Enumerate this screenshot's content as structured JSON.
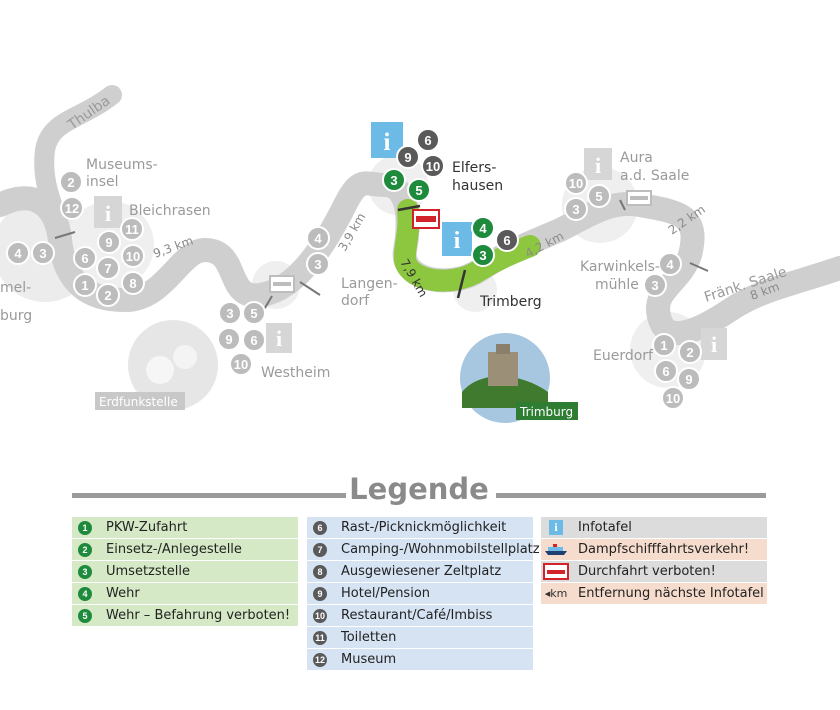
{
  "map": {
    "places": {
      "thulba": "Thulba",
      "museumsinsel_1": "Museums-",
      "museumsinsel_2": "insel",
      "bleichrasen": "Bleichrasen",
      "hammelburg_1": "mel-",
      "hammelburg_2": "burg",
      "westheim": "Westheim",
      "langendorf_1": "Langen-",
      "langendorf_2": "dorf",
      "elfershausen_1": "Elfers-",
      "elfershausen_2": "hausen",
      "trimberg": "Trimberg",
      "aura_1": "Aura",
      "aura_2": "a.d. Saale",
      "karwinkelsmuehle_1": "Karwinkels-",
      "karwinkelsmuehle_2": "mühle",
      "fraenk_saale": "Fränk. Saale",
      "euerdorf": "Euerdorf"
    },
    "distances": {
      "d1": "9,3 km",
      "d2": "3,9 km",
      "d3": "7,9 km",
      "d4": "4,2 km",
      "d5": "2,2 km",
      "d6": "8 km"
    },
    "photos": {
      "erdfunkstelle": "Erdfunkstelle",
      "trimburg": "Trimburg"
    },
    "info_glyph": "i"
  },
  "legend": {
    "title": "Legende",
    "col1": [
      {
        "num": "1",
        "label": "PKW-Zufahrt"
      },
      {
        "num": "2",
        "label": "Einsetz-/Anlegestelle"
      },
      {
        "num": "3",
        "label": "Umsetzstelle"
      },
      {
        "num": "4",
        "label": "Wehr"
      },
      {
        "num": "5",
        "label": "Wehr – Befahrung verboten!"
      }
    ],
    "col2": [
      {
        "num": "6",
        "label": "Rast-/Picknickmöglichkeit"
      },
      {
        "num": "7",
        "label": "Camping-/Wohnmobilstellplatz"
      },
      {
        "num": "8",
        "label": "Ausgewiesener Zeltplatz"
      },
      {
        "num": "9",
        "label": "Hotel/Pension"
      },
      {
        "num": "10",
        "label": "Restaurant/Café/Imbiss"
      },
      {
        "num": "11",
        "label": "Toiletten"
      },
      {
        "num": "12",
        "label": "Museum"
      }
    ],
    "col3": [
      {
        "icon": "info-icon",
        "glyph": "i",
        "label": "Infotafel"
      },
      {
        "icon": "steamboat-icon",
        "label": "Dampfschifffahrtsverkehr!"
      },
      {
        "icon": "no-entry-icon",
        "label": "Durchfahrt verboten!"
      },
      {
        "icon": "distance-icon",
        "glyph": "km",
        "label": "Entfernung nächste Infotafel"
      }
    ]
  },
  "colors": {
    "river": "#cfcfcf",
    "river_highlight": "#8dc63f",
    "marker_grey": "#bcbcbc",
    "marker_dark": "#5a5a5a",
    "marker_green": "#1e8a3c",
    "info_blue": "#6cbbe6",
    "no_entry_red": "#d2232a",
    "legend_green": "#d6e9c6",
    "legend_blue": "#d6e3f3",
    "legend_grey": "#dcdcdc",
    "legend_peach": "#f6dccd",
    "label_green": "#2e7d32"
  }
}
